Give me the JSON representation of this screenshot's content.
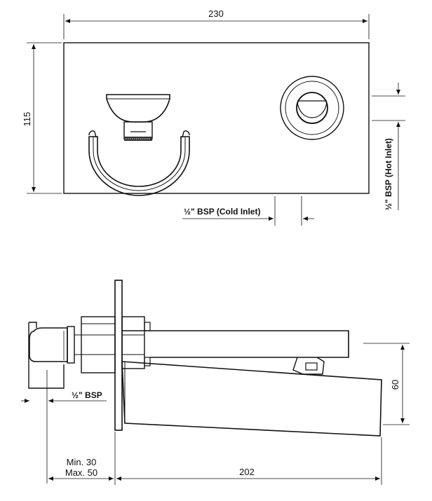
{
  "front_view": {
    "width_label": "230",
    "height_label": "115",
    "cold_inlet_label": "½\" BSP (Cold Inlet)",
    "hot_inlet_label": "½\" BSP (Hot Inlet)"
  },
  "side_view": {
    "bsp_label": "½\" BSP",
    "projection_label": "202",
    "spout_height_label": "60",
    "wall_min_label": "Min. 30",
    "wall_max_label": "Max. 50"
  }
}
